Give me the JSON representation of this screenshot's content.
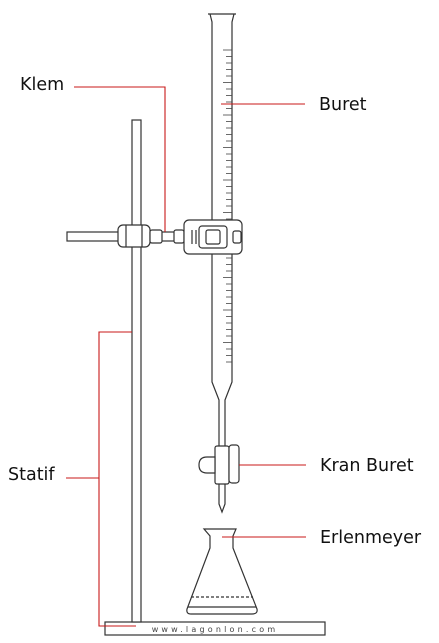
{
  "labels": {
    "klem": "Klem",
    "buret": "Buret",
    "statif": "Statif",
    "kran_buret": "Kran Buret",
    "erlenmeyer": "Erlenmeyer"
  },
  "watermark": "www.lagonlon.com",
  "colors": {
    "leader_line": "#c81818",
    "outline": "#333333",
    "background": "#ffffff"
  }
}
